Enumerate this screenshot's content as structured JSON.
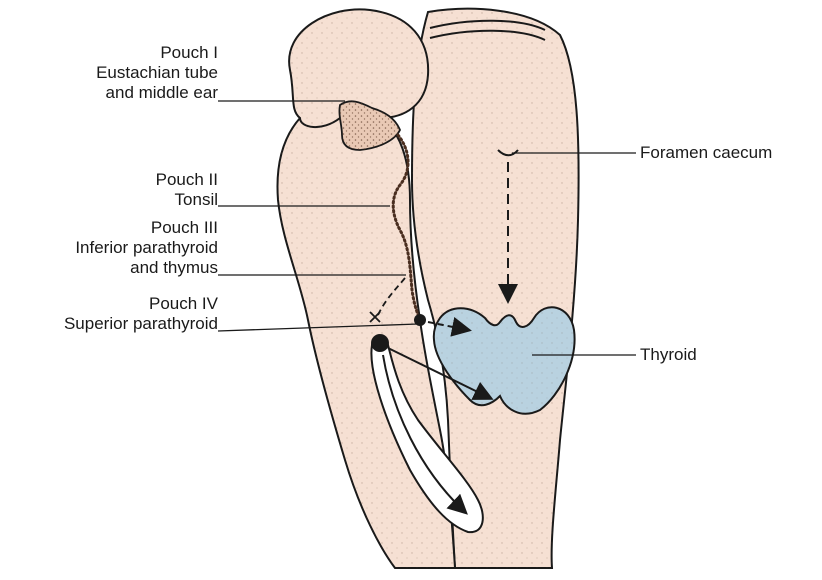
{
  "labels": {
    "pouch1": {
      "title": "Pouch I",
      "line1": "Eustachian tube",
      "line2": "and middle ear"
    },
    "pouch2": {
      "title": "Pouch II",
      "line1": "Tonsil"
    },
    "pouch3": {
      "title": "Pouch III",
      "line1": "Inferior parathyroid",
      "line2": "and thymus"
    },
    "pouch4": {
      "title": "Pouch IV",
      "line1": "Superior parathyroid"
    },
    "foramen_caecum": "Foramen caecum",
    "thyroid": "Thyroid"
  },
  "colors": {
    "tissue": "#f6e0d3",
    "tissue_light": "#f9e8dc",
    "thyroid": "#b9d2e0",
    "outline": "#1a1a1a"
  }
}
